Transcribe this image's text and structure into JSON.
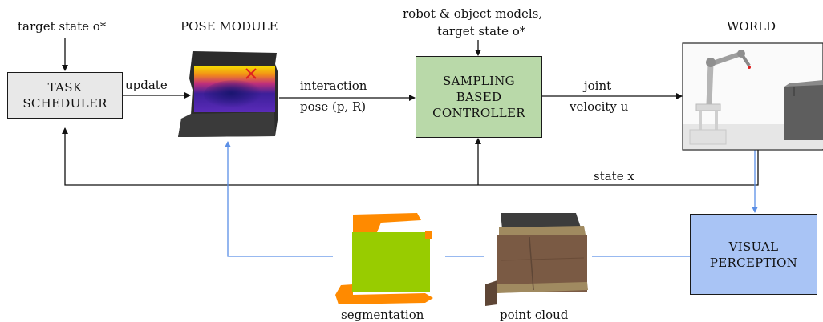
{
  "inputs": {
    "target_state_label": "target state o*",
    "models_label_line1": "robot & object models,",
    "models_label_line2": "target state o*"
  },
  "boxes": {
    "task_scheduler": [
      "TASK",
      "SCHEDULER"
    ],
    "sampling_controller": [
      "SAMPLING",
      "BASED",
      "CONTROLLER"
    ],
    "visual_perception": [
      "VISUAL",
      "PERCEPTION"
    ]
  },
  "titles": {
    "pose_module": "POSE MODULE",
    "world": "WORLD"
  },
  "edges": {
    "update": "update",
    "interaction_pose_line1": "interaction",
    "interaction_pose_line2": "pose (p, R)",
    "joint_velocity_line1": "joint",
    "joint_velocity_line2": "velocity u",
    "state": "state x"
  },
  "images": {
    "segmentation": "segmentation",
    "point_cloud": "point cloud"
  },
  "colors": {
    "task_scheduler_fill": "#e8e8e8",
    "controller_fill": "#b9d9a9",
    "perception_fill": "#a9c4f5",
    "perception_arrow": "#5b8fe6",
    "segmentation_green": "#98cc00",
    "segmentation_orange": "#ff8a00",
    "marker_red": "#e02020"
  }
}
